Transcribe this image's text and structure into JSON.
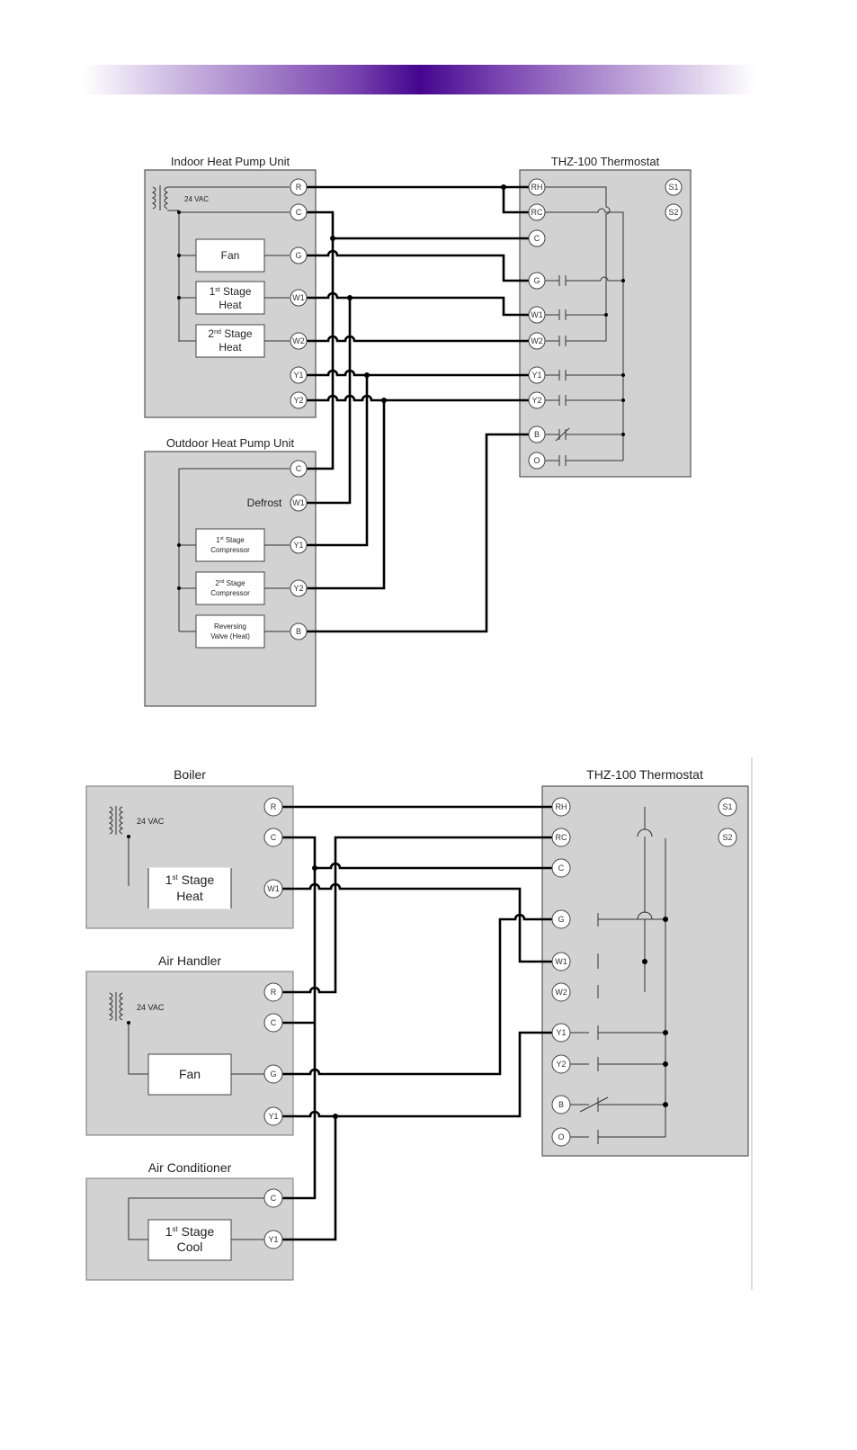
{
  "diagram1": {
    "indoor_title": "Indoor Heat Pump Unit",
    "thermostat_title": "THZ-100 Thermostat",
    "outdoor_title": "Outdoor Heat Pump Unit",
    "vac": "24 VAC",
    "fan": "Fan",
    "stage1_heat": {
      "num": "1",
      "sup": "st",
      "rest": " Stage",
      "line2": "Heat"
    },
    "stage2_heat": {
      "num": "2",
      "sup": "nd",
      "rest": " Stage",
      "line2": "Heat"
    },
    "defrost": "Defrost",
    "stage1_comp": {
      "num": "1",
      "sup": "st",
      "rest": " Stage",
      "line2": "Compressor"
    },
    "stage2_comp": {
      "num": "2",
      "sup": "nd",
      "rest": " Stage",
      "line2": "Compressor"
    },
    "reversing": {
      "line1": "Reversing",
      "line2": "Valve (Heat)"
    },
    "indoor_terminals": [
      "R",
      "C",
      "G",
      "W1",
      "W2",
      "Y1",
      "Y2"
    ],
    "outdoor_terminals": [
      "C",
      "W1",
      "Y1",
      "Y2",
      "B"
    ],
    "thermostat_terminals": [
      "RH",
      "RC",
      "C",
      "G",
      "W1",
      "W2",
      "Y1",
      "Y2",
      "B",
      "O"
    ],
    "sensor_terminals": [
      "S1",
      "S2"
    ]
  },
  "diagram2": {
    "boiler_title": "Boiler",
    "thermostat_title": "THZ-100 Thermostat",
    "air_handler_title": "Air Handler",
    "ac_title": "Air Conditioner",
    "vac": "24 VAC",
    "stage1_heat": {
      "num": "1",
      "sup": "st",
      "rest": " Stage",
      "line2": "Heat"
    },
    "fan": "Fan",
    "stage1_cool": {
      "num": "1",
      "sup": "st",
      "rest": " Stage",
      "line2": "Cool"
    },
    "boiler_terminals": [
      "R",
      "C",
      "W1"
    ],
    "air_handler_terminals": [
      "R",
      "C",
      "G",
      "Y1"
    ],
    "ac_terminals": [
      "C",
      "Y1"
    ],
    "thermostat_terminals": [
      "RH",
      "RC",
      "C",
      "G",
      "W1",
      "W2",
      "Y1",
      "Y2",
      "B",
      "O"
    ],
    "sensor_terminals": [
      "S1",
      "S2"
    ]
  }
}
